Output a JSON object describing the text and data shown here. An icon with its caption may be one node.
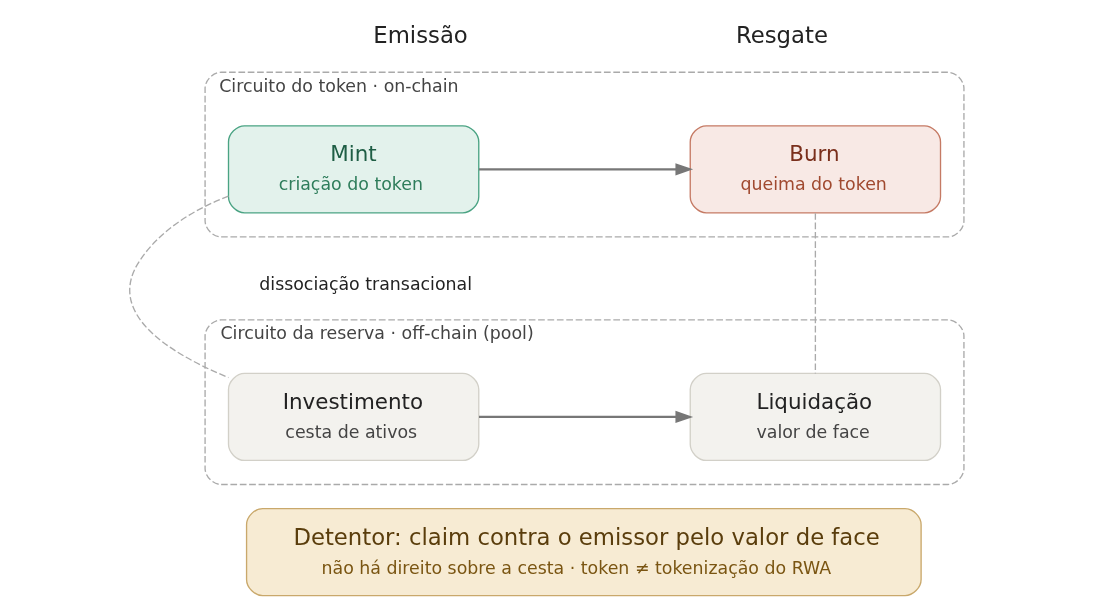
{
  "diagram": {
    "nodes": [
      {
        "text": [
          "Circuito do token · on-chain"
        ]
      },
      {
        "text": [
          "Mint",
          "criação do token"
        ],
        "in": 0
      },
      {
        "text": [
          "Burn",
          "queima do token"
        ],
        "in": 0
      },
      {
        "text": [
          "Circuito da reserva · off-chain (pool)"
        ]
      },
      {
        "text": [
          "Investimento",
          "cesta de ativos"
        ],
        "in": 3
      },
      {
        "text": [
          "Liquidação",
          "valor de face"
        ],
        "in": 3
      },
      {
        "text": [
          "Detentor: claim contra o emissor pelo valor de face",
          "não há direito sobre a cesta · token ≠ tokenização do RWA"
        ]
      }
    ],
    "edges": [
      {
        "from": 1,
        "to": 2,
        "arrow": "to"
      },
      {
        "from": 1,
        "to": 4,
        "arrow": "none",
        "style": "dashed",
        "color": "#aaaaaa"
      },
      {
        "from": 2,
        "to": 5,
        "arrow": "none",
        "style": "dashed",
        "color": "#aaaaaa"
      },
      {
        "from": 4,
        "to": 5,
        "arrow": "to"
      }
    ],
    "labels": [
      "Emissão",
      "Resgate",
      "dissociação transacional"
    ]
  }
}
